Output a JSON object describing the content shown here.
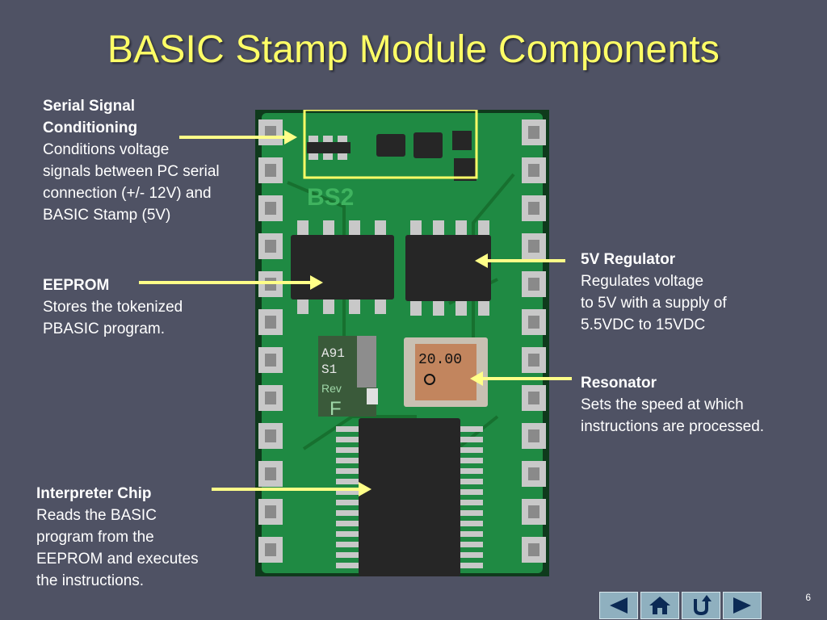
{
  "slide": {
    "title": "BASIC Stamp Module Components",
    "page_number": "6"
  },
  "board": {
    "silkscreen": "BS2",
    "rev_label": "Rev",
    "rev_letter": "F",
    "part_mark": "A91\nS1",
    "resonator_mark": "20.00",
    "colors": {
      "pcb": "#1f8a43",
      "pcb_dark": "#17702f",
      "chip": "#262626",
      "pad": "#c8c8c8",
      "highlight_box": "#ffff66"
    }
  },
  "callouts": {
    "serial": {
      "title": "Serial Signal Conditioning",
      "description": "Conditions voltage\nsignals between PC serial\nconnection (+/- 12V) and\nBASIC Stamp (5V)"
    },
    "eeprom": {
      "title": "EEPROM",
      "description": "Stores the tokenized\nPBASIC program."
    },
    "regulator": {
      "title": "5V Regulator",
      "description": "Regulates voltage\nto 5V with a supply of\n5.5VDC to 15VDC"
    },
    "resonator": {
      "title": "Resonator",
      "description": "Sets the speed at which\ninstructions are processed."
    },
    "interpreter": {
      "title": "Interpreter Chip",
      "description": "Reads the BASIC\nprogram from the\nEEPROM and executes\nthe instructions."
    }
  },
  "nav": {
    "buttons": [
      {
        "icon": "arrow-left-icon"
      },
      {
        "icon": "home-icon"
      },
      {
        "icon": "return-icon"
      },
      {
        "icon": "arrow-right-icon"
      }
    ],
    "color": "#8fb0bf"
  }
}
